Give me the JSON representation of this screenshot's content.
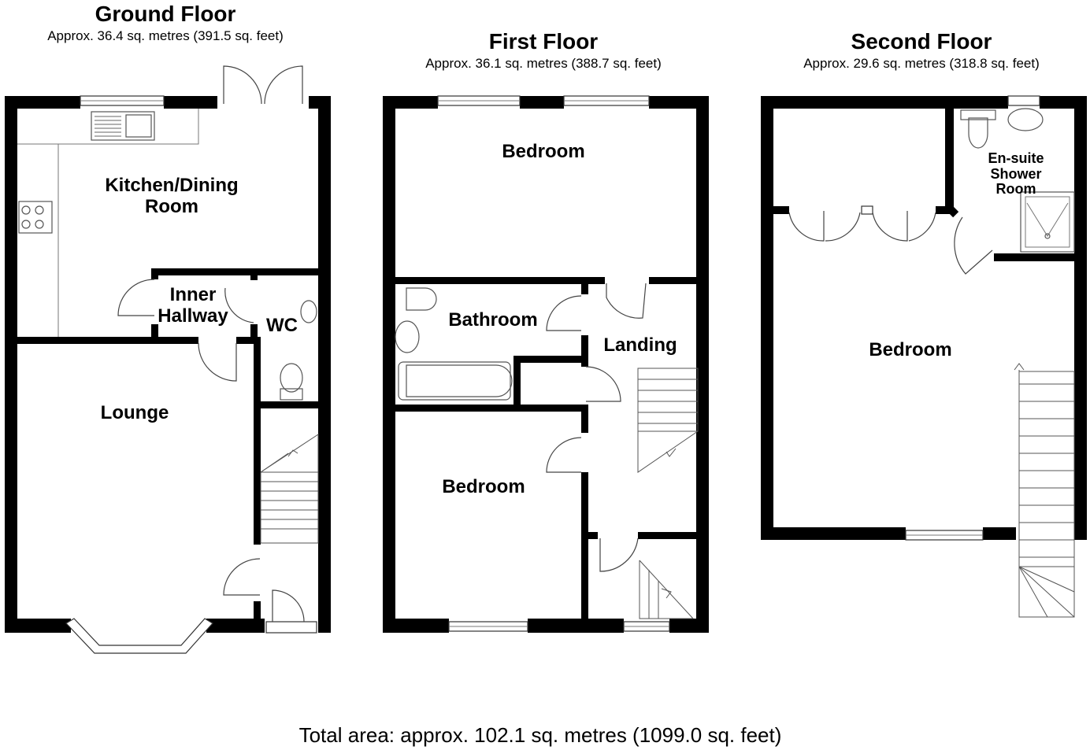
{
  "floors": [
    {
      "title": "Ground Floor",
      "area": "Approx. 36.4 sq. metres (391.5 sq. feet)"
    },
    {
      "title": "First Floor",
      "area": "Approx. 36.1 sq. metres (388.7 sq. feet)"
    },
    {
      "title": "Second Floor",
      "area": "Approx. 29.6 sq. metres (318.8 sq. feet)"
    }
  ],
  "rooms": {
    "kitchen_line1": "Kitchen/Dining",
    "kitchen_line2": "Room",
    "inner_line1": "Inner",
    "inner_line2": "Hallway",
    "wc": "WC",
    "lounge": "Lounge",
    "first_bedroom_front": "Bedroom",
    "bathroom": "Bathroom",
    "landing": "Landing",
    "first_bedroom_rear": "Bedroom",
    "ensuite_line1": "En-suite",
    "ensuite_line2": "Shower",
    "ensuite_line3": "Room",
    "second_bedroom": "Bedroom"
  },
  "total_area": "Total area: approx. 102.1 sq. metres (1099.0 sq. feet)"
}
